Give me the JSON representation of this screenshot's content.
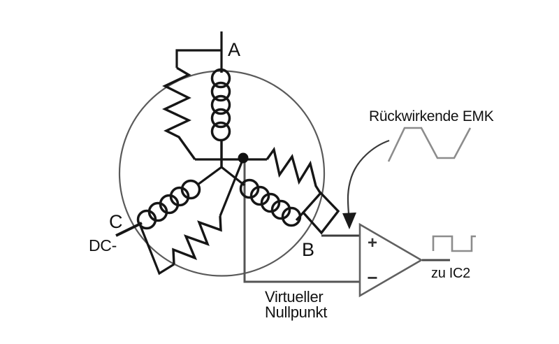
{
  "labels": {
    "terminal_a": "A",
    "terminal_b": "B",
    "terminal_c": "C",
    "dc_minus": "DC-",
    "back_emf": "Rückwirkende EMK",
    "virtual_null_line1": "Virtueller",
    "virtual_null_line2": "Nullpunkt",
    "output": "zu IC2",
    "comparator_plus": "+",
    "comparator_minus": "−"
  },
  "colors": {
    "ink": "#161616",
    "stator_circle": "#5a5a5a",
    "waveform": "#8c8c8c",
    "comparator": "#606060",
    "sense_line": "#555555",
    "background": "#ffffff"
  }
}
